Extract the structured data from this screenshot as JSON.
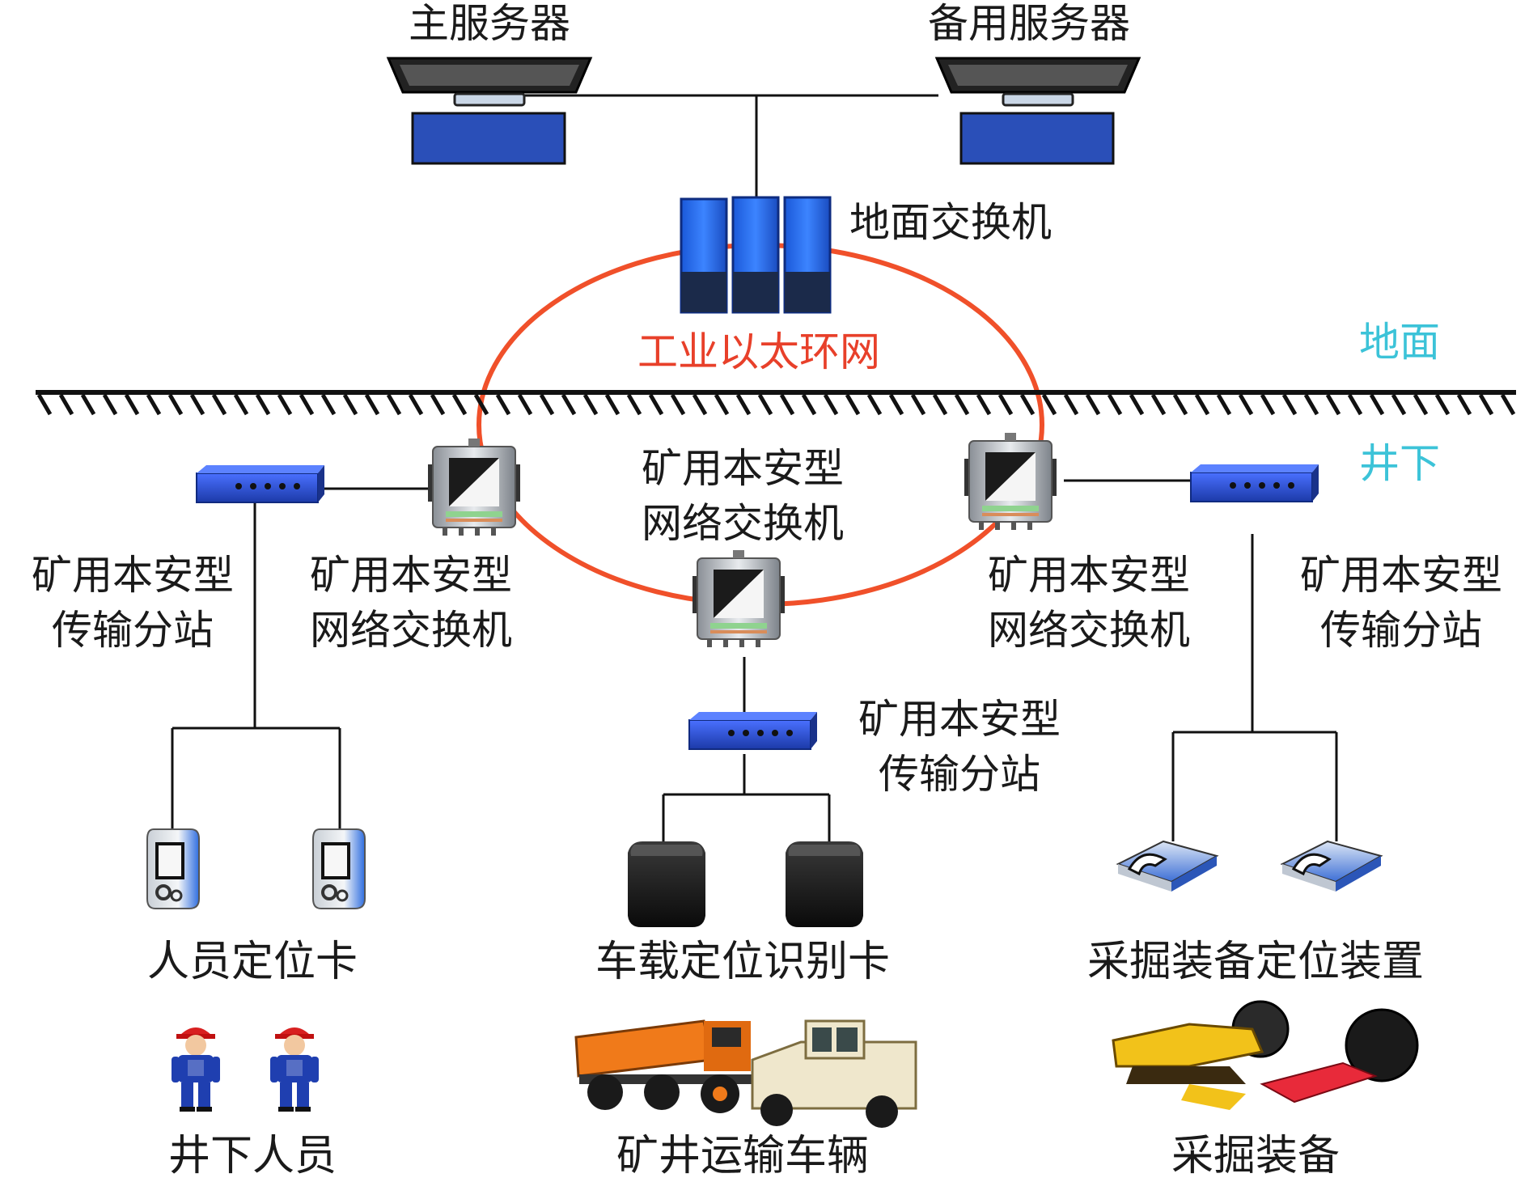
{
  "labels": {
    "main_server": "主服务器",
    "backup_server": "备用服务器",
    "ground_switch": "地面交换机",
    "ring_network": "工业以太环网",
    "surface": "地面",
    "underground": "井下",
    "switch_center_l1": "矿用本安型",
    "switch_center_l2": "网络交换机",
    "station_left_l1": "矿用本安型",
    "station_left_l2": "传输分站",
    "switch_left_l1": "矿用本安型",
    "switch_left_l2": "网络交换机",
    "switch_right_l1": "矿用本安型",
    "switch_right_l2": "网络交换机",
    "station_right_l1": "矿用本安型",
    "station_right_l2": "传输分站",
    "station_center_l1": "矿用本安型",
    "station_center_l2": "传输分站",
    "personnel_card": "人员定位卡",
    "vehicle_card": "车载定位识别卡",
    "equipment_device": "采掘装备定位装置",
    "personnel": "井下人员",
    "vehicles": "矿井运输车辆",
    "equipment": "采掘装备"
  },
  "colors": {
    "ring": "#f0502a",
    "ring_label": "#e8402a",
    "surface_label": "#3cc3d8",
    "underground_label": "#3cc3d8",
    "server_blue": "#2f6ee0",
    "station_blue": "#2a4fd0",
    "worker_blue": "#1f3fb0",
    "helmet_red": "#d82020"
  },
  "icons": {
    "server": "monitor-keyboard-icon",
    "ground_switch": "server-rack-icon",
    "mine_switch": "intrinsic-safe-switch-icon",
    "station": "transmission-station-icon",
    "personnel_card": "handheld-card-icon",
    "vehicle_card": "black-tag-icon",
    "equipment_device": "positioning-device-icon",
    "worker": "miner-icon",
    "truck": "dump-truck-icon",
    "loader": "mining-vehicle-icon",
    "shearer": "roadheader-icon"
  }
}
